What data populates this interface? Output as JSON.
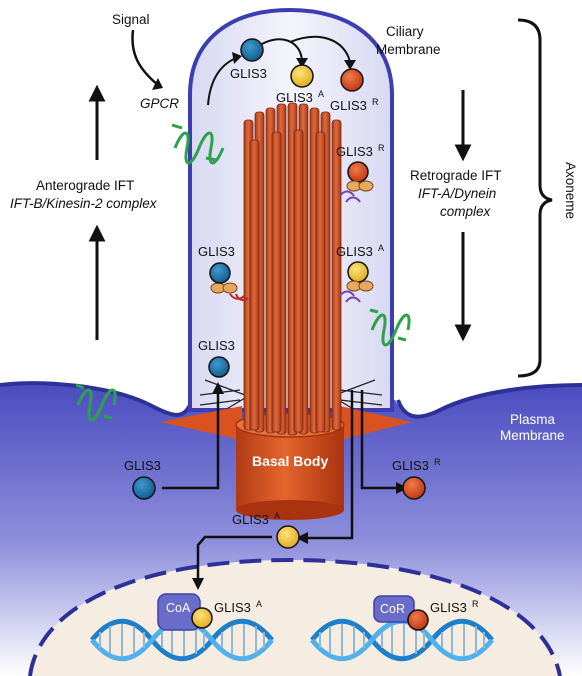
{
  "labels": {
    "signal": "Signal",
    "gpcr": "GPCR",
    "ciliary_membrane_1": "Ciliary",
    "ciliary_membrane_2": "Membrane",
    "anterograde_1": "Anterograde IFT",
    "anterograde_2": "IFT-B/Kinesin-2 complex",
    "retrograde_1": "Retrograde IFT",
    "retrograde_2": "IFT-A/Dynein",
    "retrograde_3": "complex",
    "axoneme": "Axoneme",
    "plasma_1": "Plasma",
    "plasma_2": "Membrane",
    "basal_body": "Basal Body",
    "coa": "CoA",
    "cor": "CoR"
  },
  "glis": {
    "base": "GLIS3",
    "activator_sup": "A",
    "repressor_sup": "R"
  },
  "colors": {
    "glis3": "#1a6fa3",
    "glis3_activator": "#f2c12e",
    "glis3_repressor": "#d9461f",
    "cilium_fill": "#e6e6f7",
    "membrane": "#3d3fae",
    "cytoplasm": "#5a5cc8",
    "nucleus": "#f5ede4",
    "axoneme": "#d35a2a",
    "basal_body": "#c94a1c",
    "gpcr": "#2aa34a",
    "dna": "#2a8fd6",
    "cofactor": "#6a6cc9"
  }
}
